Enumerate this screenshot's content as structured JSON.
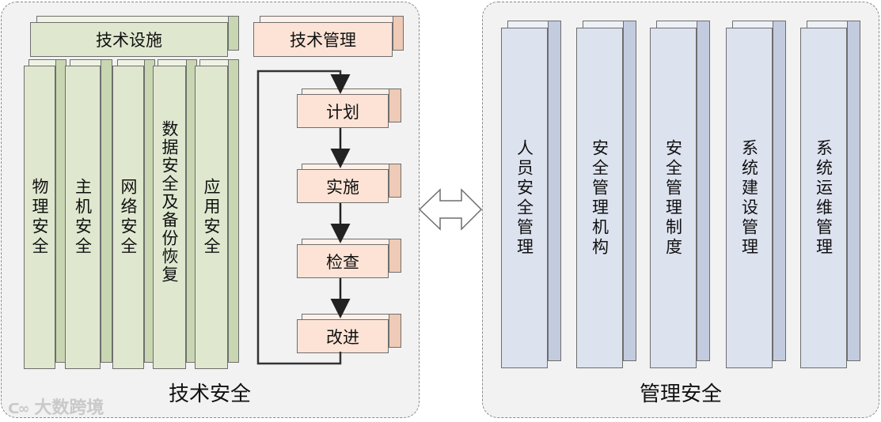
{
  "technical_security": {
    "title": "技术安全",
    "facilities": {
      "header": "技术设施",
      "columns": [
        "物理安全",
        "主机安全",
        "网络安全",
        "数据安全及备份恢复",
        "应用安全"
      ]
    },
    "management": {
      "header": "技术管理",
      "cycle": [
        "计划",
        "实施",
        "检查",
        "改进"
      ]
    }
  },
  "management_security": {
    "title": "管理安全",
    "columns": [
      "人员安全管理",
      "安全管理机构",
      "安全管理制度",
      "系统建设管理",
      "系统运维管理"
    ]
  },
  "watermark": "大数跨境",
  "colors": {
    "green_front": "#dfe8cf",
    "peach_front": "#fce3d6",
    "blue_front": "#dde2ef",
    "panel_bg": "#f2f2f2"
  }
}
